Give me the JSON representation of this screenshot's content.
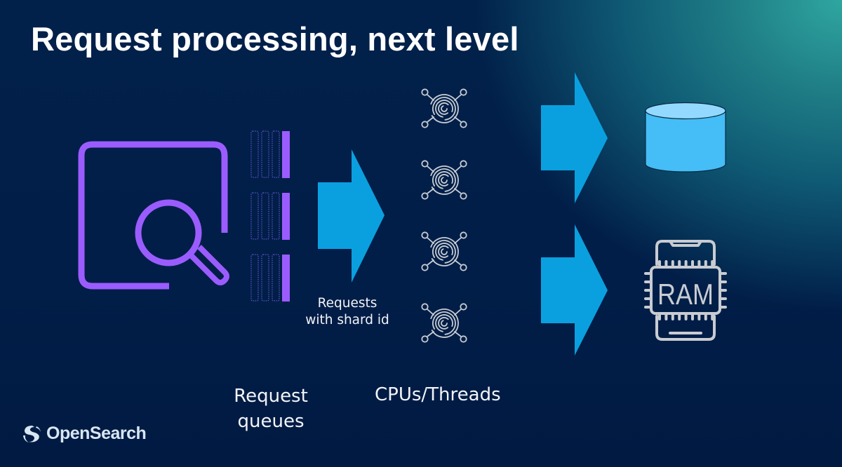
{
  "slide": {
    "title": "Request processing, next level",
    "colors": {
      "background": "#01204a",
      "glow": "#2fa6a0",
      "arrow": "#0aa0e0",
      "accent_purple": "#9b5cff",
      "icon_gray": "#c8ccd2",
      "database_fill": "#45bdf6",
      "database_top": "#93d9ff"
    }
  },
  "diagram": {
    "nodes": [
      {
        "id": "search",
        "icon": "search-document-icon"
      },
      {
        "id": "queues",
        "icon": "request-queues-icon",
        "count": 3,
        "label": "Request queues"
      },
      {
        "id": "cpus",
        "icon": "cpu-thread-icon",
        "count": 4,
        "label": "CPUs/Threads"
      },
      {
        "id": "storage",
        "icon": "database-icon"
      },
      {
        "id": "memory",
        "icon": "ram-chip-icon",
        "text": "RAM"
      }
    ],
    "edges": [
      {
        "from": "queues",
        "to": "cpus",
        "label": "Requests with shard id"
      },
      {
        "from": "cpus",
        "to": "storage",
        "label": ""
      },
      {
        "from": "cpus",
        "to": "memory",
        "label": ""
      }
    ]
  },
  "labels": {
    "shard_line1": "Requests",
    "shard_line2": "with shard id",
    "queues_line1": "Request",
    "queues_line2": "queues",
    "cpus": "CPUs/Threads",
    "ram": "RAM"
  },
  "logo": {
    "name": "OpenSearch",
    "icon": "opensearch-logo-icon"
  }
}
